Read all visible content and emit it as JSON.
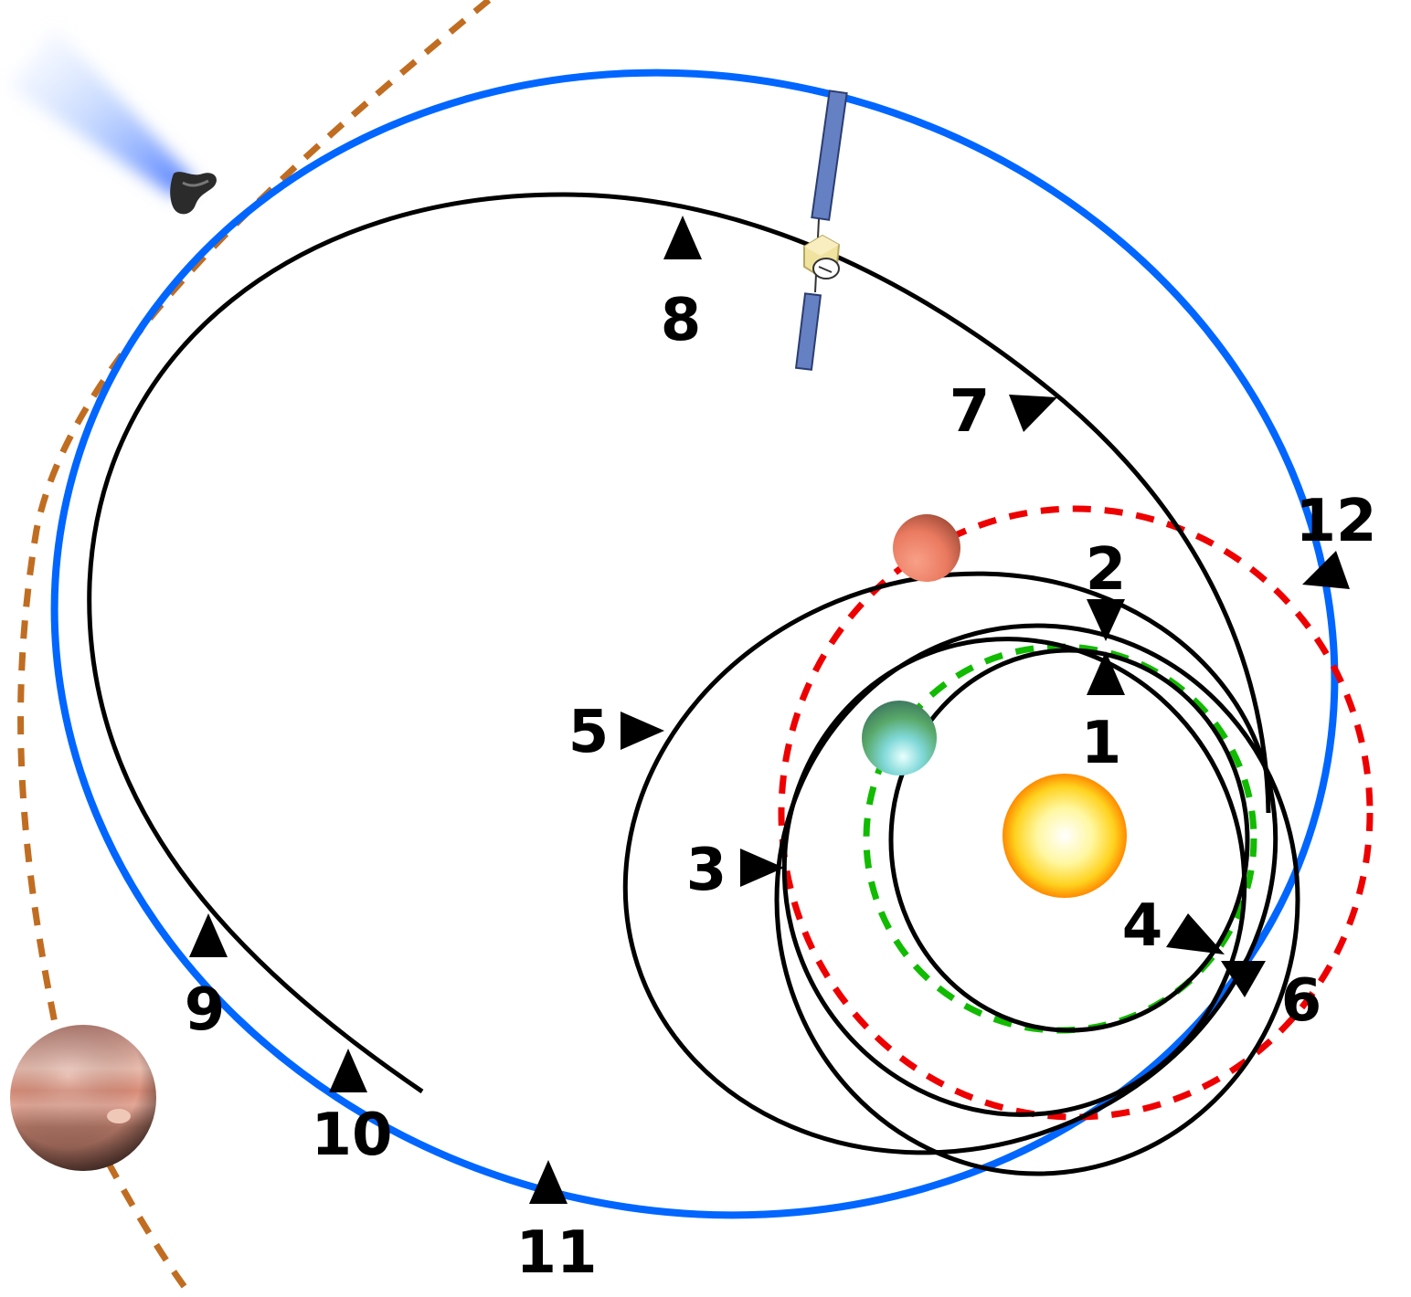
{
  "colors": {
    "background": "#ffffff",
    "spacecraft_trajectory": "#000000",
    "comet_orbit": "#0066ff",
    "mars_orbit": "#ee0000",
    "earth_orbit": "#11bb00",
    "jupiter_orbit": "#c06d22",
    "arrow": "#000000",
    "label": "#000000"
  },
  "bodies": [
    {
      "name": "sun",
      "icon": "sun-icon"
    },
    {
      "name": "earth",
      "icon": "earth-icon"
    },
    {
      "name": "mars",
      "icon": "mars-icon"
    },
    {
      "name": "jupiter",
      "icon": "jupiter-icon"
    },
    {
      "name": "comet",
      "icon": "comet-icon"
    },
    {
      "name": "spacecraft",
      "icon": "satellite-icon"
    }
  ],
  "labels": {
    "l1": "1",
    "l2": "2",
    "l3": "3",
    "l4": "4",
    "l5": "5",
    "l6": "6",
    "l7": "7",
    "l8": "8",
    "l9": "9",
    "l10": "10",
    "l11": "11",
    "l12": "12"
  }
}
